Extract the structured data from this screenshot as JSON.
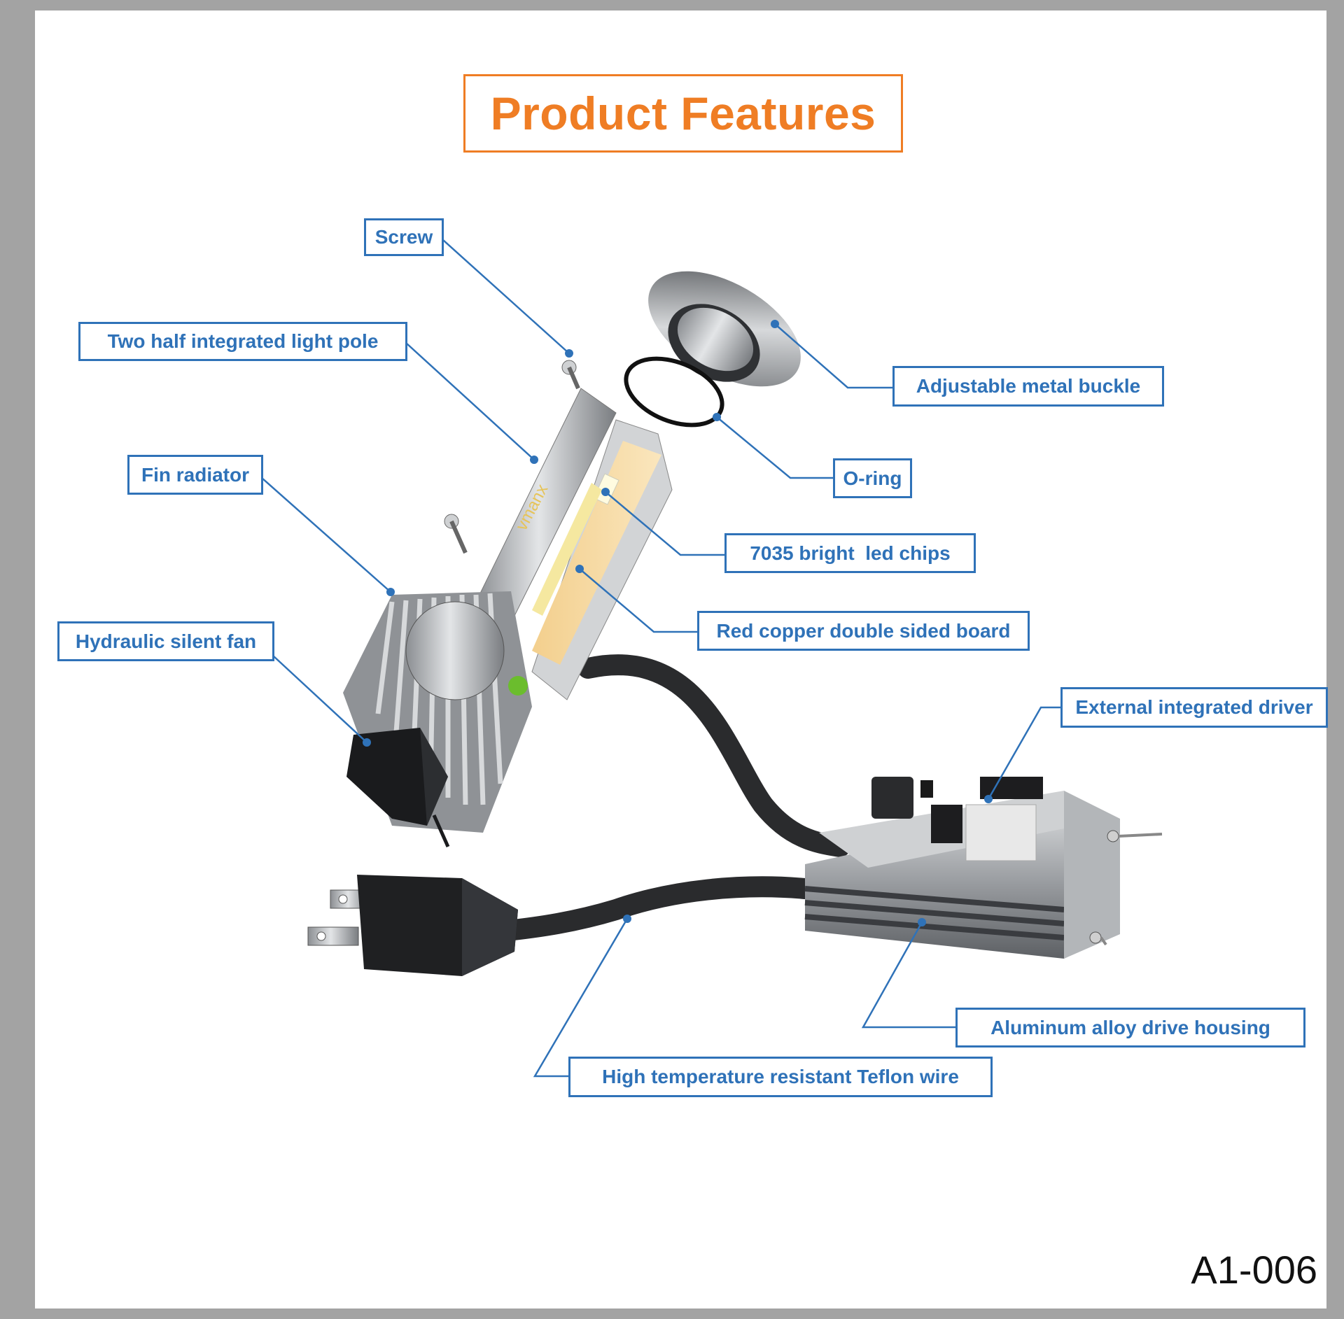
{
  "title": "Product Features",
  "model_code": "A1-006",
  "brand_mark": "vmanx",
  "accent_color": "#ef7d24",
  "label_color": "#2f72b8",
  "labels": {
    "screw": "Screw",
    "light_pole": "Two half integrated light pole",
    "fin_radiator": "Fin radiator",
    "fan": "Hydraulic silent fan",
    "buckle": "Adjustable metal buckle",
    "o_ring": "O-ring",
    "led_chips": "7035 bright  led chips",
    "copper_board": "Red copper double sided board",
    "driver": "External integrated driver",
    "housing": "Aluminum alloy drive housing",
    "wire": "High temperature resistant Teflon wire"
  }
}
